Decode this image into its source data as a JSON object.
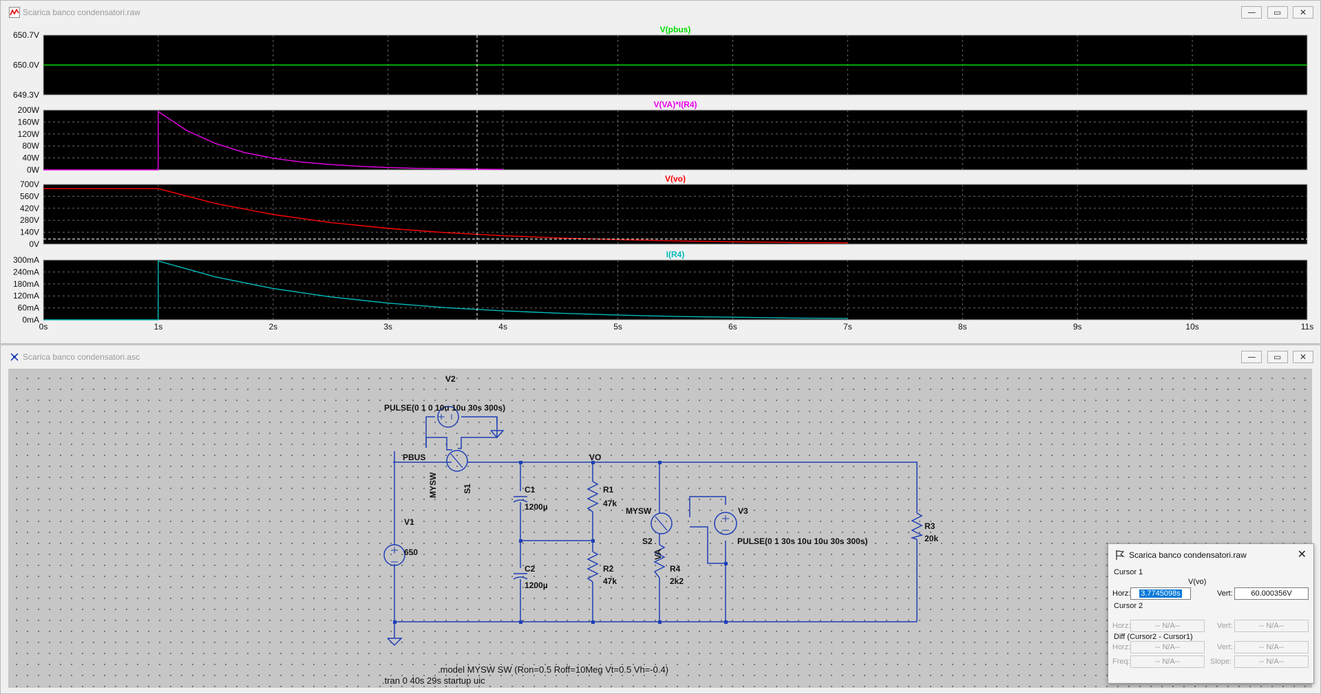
{
  "plot_window": {
    "title": "Scarica banco condensatori.raw",
    "buttons": [
      "—",
      "▭",
      "✕"
    ]
  },
  "schematic_window": {
    "title": "Scarica banco condensatori.asc",
    "buttons": [
      "—",
      "▭",
      "✕"
    ]
  },
  "colors": {
    "pbus": "#00dd00",
    "power": "#ee00ee",
    "vo": "#ff0000",
    "ir4": "#00bbbb",
    "wire": "#1f3fb5",
    "plot_bg": "#000000"
  },
  "chart_data": [
    {
      "type": "line",
      "title": "V(pbus)",
      "series": [
        {
          "name": "V(pbus)",
          "x": [
            0,
            11
          ],
          "y": [
            650.0,
            650.0
          ]
        }
      ],
      "yticks": [
        "650.7V",
        "650.0V",
        "649.3V"
      ],
      "ylim": [
        649.3,
        650.7
      ],
      "xlim": [
        0,
        11
      ],
      "grid": true
    },
    {
      "type": "line",
      "title": "V(VA)*I(R4)",
      "series": [
        {
          "name": "V(VA)*I(R4)",
          "x": [
            0,
            0.999,
            1,
            1.25,
            1.5,
            1.75,
            2,
            2.25,
            2.5,
            2.75,
            3,
            3.25,
            3.5,
            3.75,
            4
          ],
          "y": [
            0,
            0,
            195,
            131,
            88,
            58,
            39,
            26,
            18,
            12,
            8,
            5,
            3.5,
            2.3,
            1.5
          ]
        }
      ],
      "yticks": [
        "200W",
        "160W",
        "120W",
        "80W",
        "40W",
        "0W"
      ],
      "ylim": [
        0,
        200
      ],
      "xlim": [
        0,
        11
      ],
      "grid": true
    },
    {
      "type": "line",
      "title": "V(vo)",
      "series": [
        {
          "name": "V(vo)",
          "x": [
            0,
            1,
            1.5,
            2,
            2.5,
            3,
            3.5,
            4,
            4.5,
            5,
            5.5,
            6,
            6.5,
            7
          ],
          "y": [
            650,
            650,
            475,
            347,
            253,
            185,
            135,
            99,
            72,
            53,
            39,
            28,
            20,
            15
          ]
        }
      ],
      "cursor": {
        "x": 3.7745098,
        "y": 60.000356
      },
      "yticks": [
        "700V",
        "560V",
        "420V",
        "280V",
        "140V",
        "0V"
      ],
      "ylim": [
        0,
        700
      ],
      "xlim": [
        0,
        11
      ],
      "grid": true
    },
    {
      "type": "line",
      "title": "I(R4)",
      "series": [
        {
          "name": "I(R4)",
          "x": [
            0,
            0.999,
            1,
            1.5,
            2,
            2.5,
            3,
            3.5,
            4,
            4.5,
            5,
            5.5,
            6,
            6.5,
            7
          ],
          "y": [
            0,
            0,
            295,
            215,
            157,
            115,
            84,
            61,
            45,
            33,
            24,
            17,
            13,
            9,
            7
          ]
        }
      ],
      "yticks": [
        "300mA",
        "240mA",
        "180mA",
        "120mA",
        "60mA",
        "0mA"
      ],
      "ylim": [
        0,
        300
      ],
      "xlim": [
        0,
        11
      ],
      "xticks": [
        "0s",
        "1s",
        "2s",
        "3s",
        "4s",
        "5s",
        "6s",
        "7s",
        "8s",
        "9s",
        "10s",
        "11s"
      ],
      "grid": true
    }
  ],
  "schematic": {
    "nets": {
      "pbus": "PBUS",
      "vo": "VO",
      "va": "VA"
    },
    "components": {
      "v1": {
        "name": "V1",
        "value": "650"
      },
      "v2": {
        "name": "V2",
        "value": "PULSE(0 1 0 10u 10u 30s 300s)"
      },
      "v3": {
        "name": "V3",
        "value": "PULSE(0 1 30s 10u 10u 30s 300s)"
      },
      "s1": {
        "name": "S1",
        "model": "MYSW"
      },
      "s2": {
        "name": "S2",
        "model": "MYSW"
      },
      "c1": {
        "name": "C1",
        "value": "1200µ"
      },
      "c2": {
        "name": "C2",
        "value": "1200µ"
      },
      "r1": {
        "name": "R1",
        "value": "47k"
      },
      "r2": {
        "name": "R2",
        "value": "47k"
      },
      "r3": {
        "name": "R3",
        "value": "20k"
      },
      "r4": {
        "name": "R4",
        "value": "2k2"
      }
    },
    "directives": {
      "model": ".model MYSW SW (Ron=0.5 Roff=10Meg Vt=0.5 Vh=-0.4)",
      "tran": ".tran 0 40s 29s startup uic"
    }
  },
  "cursor_dialog": {
    "title": "Scarica banco condensatori.raw",
    "close": "✕",
    "cursor1": {
      "label": "Cursor 1",
      "trace": "V(vo)",
      "horz_label": "Horz:",
      "horz": "3.7745098s",
      "vert_label": "Vert:",
      "vert": "60.000356V"
    },
    "cursor2": {
      "label": "Cursor 2",
      "horz_label": "Horz:",
      "horz": "-- N/A--",
      "vert_label": "Vert:",
      "vert": "-- N/A--"
    },
    "diff": {
      "label": "Diff (Cursor2 - Cursor1)",
      "horz_label": "Horz:",
      "horz": "-- N/A--",
      "vert_label": "Vert:",
      "vert": "-- N/A--",
      "freq_label": "Freq:",
      "freq": "-- N/A--",
      "slope_label": "Slope:",
      "slope": "-- N/A--"
    }
  }
}
